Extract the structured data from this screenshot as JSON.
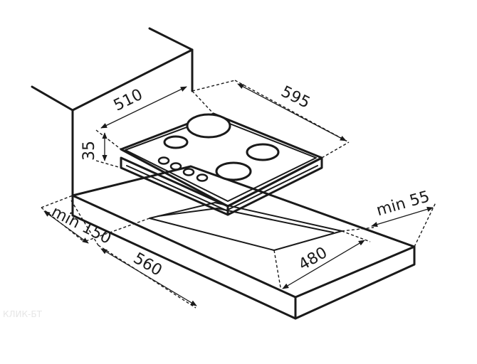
{
  "dimensions": {
    "depth": "510",
    "width": "595",
    "height": "35",
    "min_back": "min 150",
    "cutout_width": "560",
    "cutout_depth": "480",
    "min_side": "min 55"
  },
  "watermark": "КЛИК-БТ",
  "colors": {
    "line": "#1a1a1a",
    "background": "#ffffff"
  }
}
